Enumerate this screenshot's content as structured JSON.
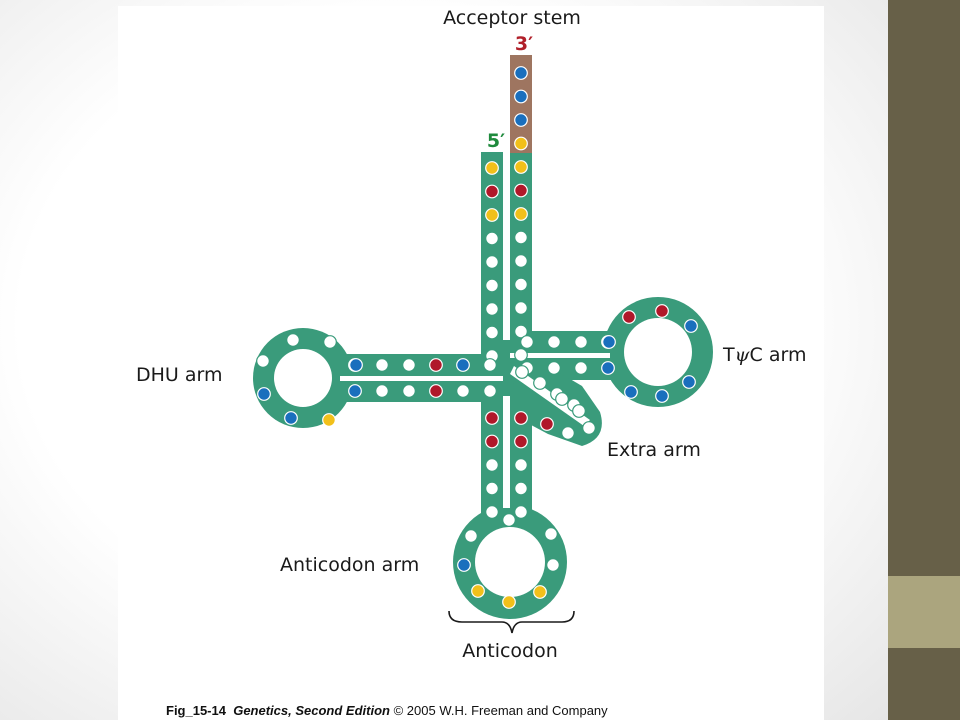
{
  "labels": {
    "acceptor_stem": "Acceptor stem",
    "three_prime": "3′",
    "five_prime": "5′",
    "dhu_arm": "DHU arm",
    "tpsic_prefix": "T",
    "tpsic_psi": "ψ",
    "tpsic_suffix": "C arm",
    "extra_arm": "Extra arm",
    "anticodon_arm": "Anticodon arm",
    "anticodon": "Anticodon"
  },
  "caption": {
    "fig_id": "Fig_15-14",
    "book": "Genetics, Second Edition",
    "copyright": "© 2005 W.H. Freeman and Company"
  },
  "colors": {
    "backbone": "#3a9b7b",
    "acceptor_tip": "#9e7560",
    "three_prime_label": "#b1202a",
    "five_prime_label": "#1e8a3c",
    "base_white": "#ffffff",
    "base_blue": "#1a6fbd",
    "base_red": "#b0182a",
    "base_yellow": "#f2c01a",
    "sidebar_dark": "#676048",
    "sidebar_accent": "#aba57e"
  },
  "bases": {
    "acceptor_5prime": [
      "yellow",
      "red",
      "yellow",
      "white",
      "white",
      "white",
      "white",
      "white",
      "white"
    ],
    "acceptor_3prime": [
      "blue",
      "blue",
      "blue",
      "yellow",
      "yellow",
      "red",
      "yellow",
      "white",
      "white",
      "white",
      "white",
      "white",
      "white"
    ],
    "dhu_top": [
      "blue",
      "white",
      "white",
      "red",
      "blue",
      "white"
    ],
    "dhu_bottom": [
      "blue",
      "white",
      "white",
      "red",
      "white",
      "white"
    ],
    "dhu_loop": [
      "white",
      "white",
      "yellow",
      "blue",
      "blue",
      "white",
      "blue"
    ],
    "tpsic_top": [
      "white",
      "white",
      "white",
      "blue"
    ],
    "tpsic_bottom": [
      "white",
      "white",
      "white",
      "blue"
    ],
    "tpsic_loop": [
      "red",
      "red",
      "blue",
      "blue",
      "blue",
      "blue",
      "blue"
    ],
    "extra": [
      "white",
      "white",
      "white",
      "white",
      "red",
      "white",
      "white",
      "white",
      "white"
    ],
    "anticodon_left": [
      "red",
      "red",
      "white",
      "white",
      "white"
    ],
    "anticodon_right": [
      "red",
      "red",
      "white",
      "white",
      "white"
    ],
    "anticodon_loop": [
      "blue",
      "yellow",
      "yellow",
      "yellow",
      "white",
      "white",
      "white",
      "white"
    ]
  }
}
